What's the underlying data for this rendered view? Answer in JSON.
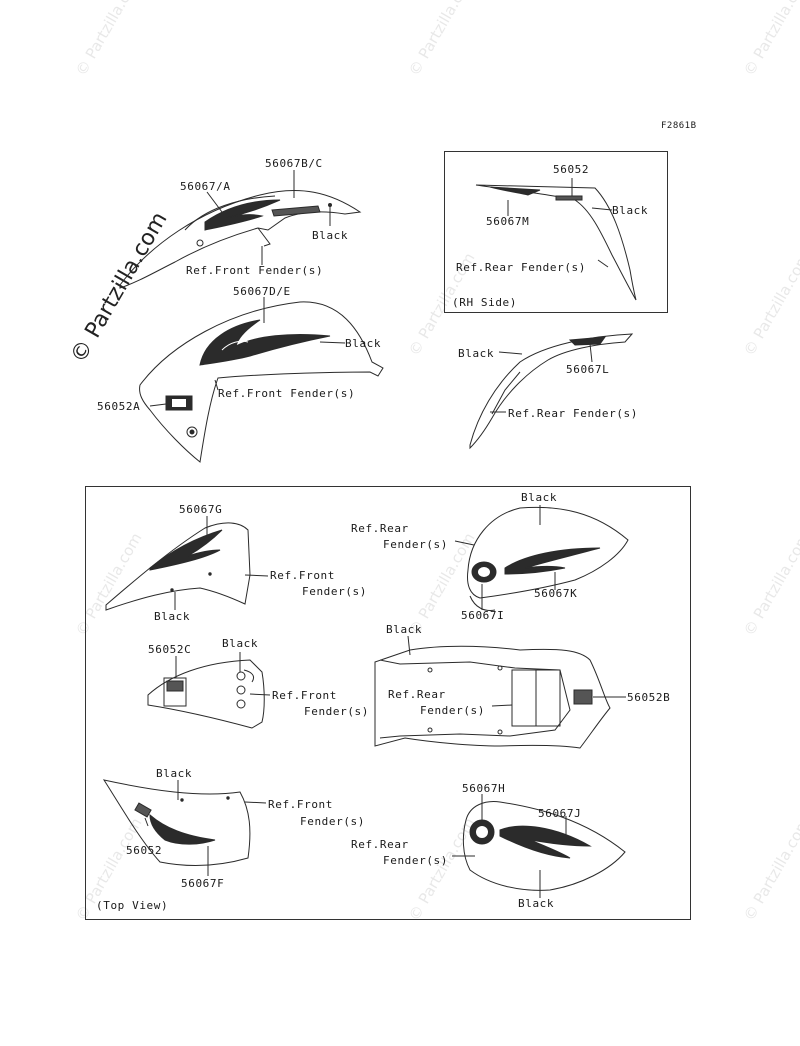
{
  "figure_code": "F2861B",
  "watermark": "© Partzilla.com",
  "labels": {
    "p56067bc": "56067B/C",
    "p56067a": "56067/A",
    "black1": "Black",
    "ref_front_1": "Ref.Front Fender(s)",
    "p56067de": "56067D/E",
    "black2": "Black",
    "ref_front_2": "Ref.Front Fender(s)",
    "p56052a": "56052A",
    "p56052_top": "56052",
    "black3": "Black",
    "p56067m": "56067M",
    "ref_rear_1": "Ref.Rear Fender(s)",
    "rh_side": "(RH Side)",
    "black4": "Black",
    "p56067l": "56067L",
    "ref_rear_2": "Ref.Rear Fender(s)",
    "p56067g": "56067G",
    "ref_front_3a": "Ref.Front",
    "ref_front_3b": "Fender(s)",
    "black5": "Black",
    "ref_rear_3a": "Ref.Rear",
    "ref_rear_3b": "Fender(s)",
    "black6": "Black",
    "p56067i": "56067I",
    "p56067k": "56067K",
    "p56052c": "56052C",
    "black7": "Black",
    "ref_front_4a": "Ref.Front",
    "ref_front_4b": "Fender(s)",
    "black8": "Black",
    "ref_rear_4a": "Ref.Rear",
    "ref_rear_4b": "Fender(s)",
    "p56052b": "56052B",
    "black9": "Black",
    "ref_front_5a": "Ref.Front",
    "ref_front_5b": "Fender(s)",
    "p56052_bottom": "56052",
    "p56067f": "56067F",
    "top_view": "(Top View)",
    "p56067h": "56067H",
    "p56067j": "56067J",
    "ref_rear_5a": "Ref.Rear",
    "ref_rear_5b": "Fender(s)",
    "black10": "Black"
  }
}
